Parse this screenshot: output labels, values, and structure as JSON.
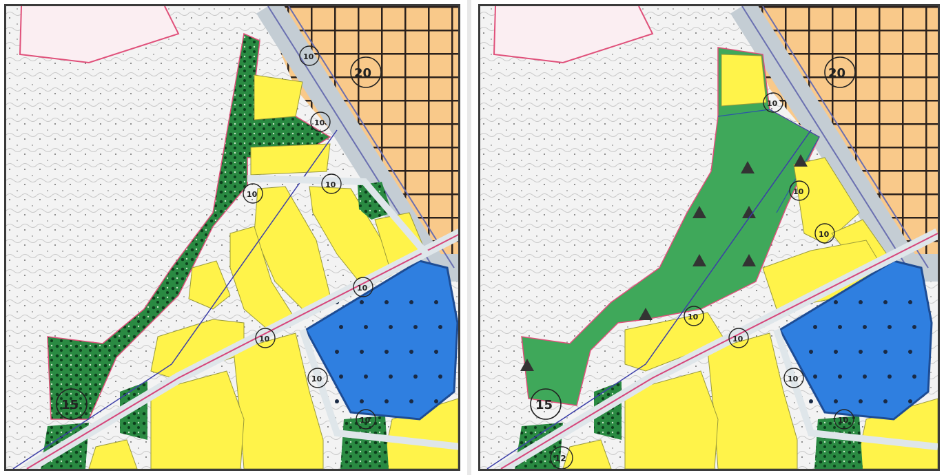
{
  "colors": {
    "residential": "#fff34a",
    "forest": "#1f8a3e",
    "forest_new": "#3fa85a",
    "water": "#2f7fe0",
    "water_edge": "#1d4c94",
    "dense_zone": "#f9c98a",
    "grid": "#2b211c",
    "road": "#dfe6ea",
    "boundary": "#e0507a",
    "terrain": "#f3f3f3"
  },
  "icons": [
    "tree-marker-icon",
    "triangle-marker-icon",
    "dot-marker-icon"
  ],
  "left_map": {
    "road_labels": [
      {
        "name": "road-width-label-20",
        "text": "20"
      },
      {
        "name": "road-width-label-15",
        "text": "15"
      },
      {
        "name": "road-width-label-10a",
        "text": "10"
      },
      {
        "name": "road-width-label-10b",
        "text": "10"
      },
      {
        "name": "road-width-label-10c",
        "text": "10"
      },
      {
        "name": "road-width-label-10d",
        "text": "10"
      },
      {
        "name": "road-width-label-10e",
        "text": "10"
      },
      {
        "name": "road-width-label-10f",
        "text": "10"
      },
      {
        "name": "road-width-label-10g",
        "text": "10"
      },
      {
        "name": "road-width-label-10h",
        "text": "10"
      }
    ]
  },
  "right_map": {
    "road_labels": [
      {
        "name": "road-width-label-20",
        "text": "20"
      },
      {
        "name": "road-width-label-15",
        "text": "15"
      },
      {
        "name": "road-width-label-12",
        "text": "12"
      },
      {
        "name": "road-width-label-10a",
        "text": "10"
      },
      {
        "name": "road-width-label-10b",
        "text": "10"
      },
      {
        "name": "road-width-label-10c",
        "text": "10"
      },
      {
        "name": "road-width-label-10d",
        "text": "10"
      },
      {
        "name": "road-width-label-10e",
        "text": "10"
      },
      {
        "name": "road-width-label-10f",
        "text": "10"
      },
      {
        "name": "road-width-label-10g",
        "text": "10"
      }
    ]
  }
}
